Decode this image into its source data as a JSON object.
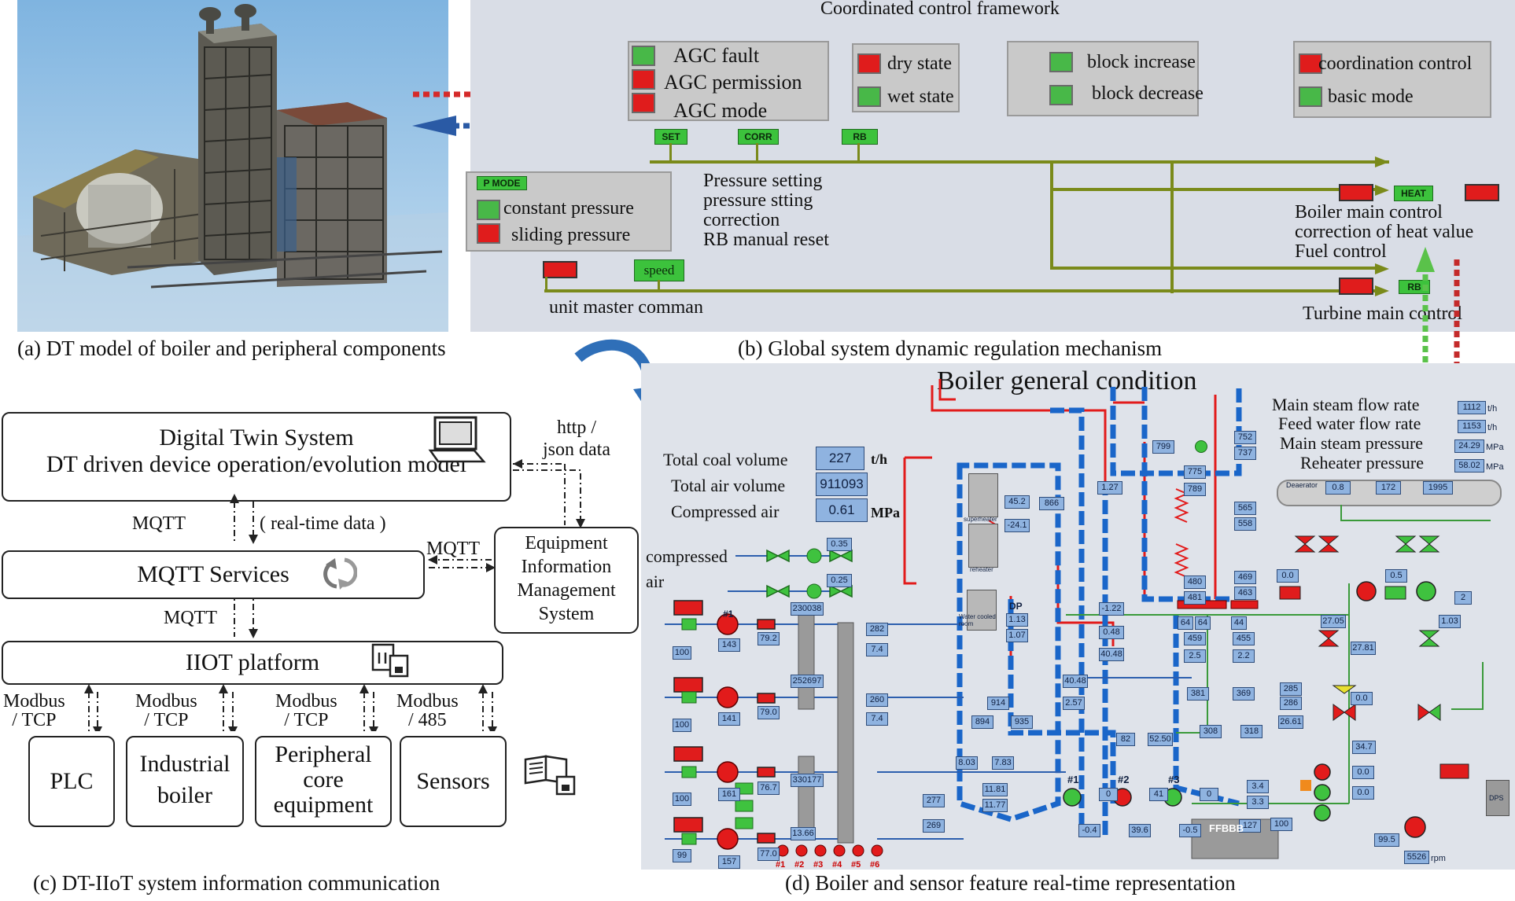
{
  "captions": {
    "a": "(a) DT model of boiler and peripheral components",
    "b": "(b) Global system dynamic regulation mechanism",
    "c": "(c) DT-IIoT system information communication",
    "d": "(d)  Boiler and sensor feature real-time representation"
  },
  "panel_b": {
    "title": "Coordinated control framework",
    "agc": [
      "AGC fault",
      "AGC permission",
      "AGC mode"
    ],
    "state": [
      "dry state",
      "wet state"
    ],
    "block": [
      "block increase",
      "block decrease"
    ],
    "coord": [
      "coordination control",
      "basic mode"
    ],
    "tags": {
      "set": "SET",
      "corr": "CORR",
      "rb": "RB",
      "pmode": "P MODE",
      "speed": "speed",
      "heat": "HEAT",
      "rb2": "RB"
    },
    "pmode": [
      "constant pressure",
      "sliding pressure"
    ],
    "pressure_text": [
      "Pressure setting",
      "pressure stting",
      "correction",
      "RB manual reset"
    ],
    "unit_master": "unit master comman",
    "boiler_ctrl": [
      "Boiler main control",
      "correction of heat value",
      "Fuel control"
    ],
    "turbine": "Turbine main control"
  },
  "panel_c": {
    "dt_title": "Digital Twin System",
    "dt_sub": "DT driven device operation/evolution model",
    "http": [
      "http /",
      "json  data"
    ],
    "mqtt1": "MQTT",
    "realtime": "( real-time data )",
    "mqtt_services": "MQTT Services",
    "mqtt2": "MQTT",
    "mqtt3": "MQTT",
    "eims": [
      "Equipment",
      "Information",
      "Management",
      "System"
    ],
    "iiot": "IIOT platform",
    "protocols": [
      [
        "Modbus",
        "/ TCP"
      ],
      [
        "Modbus",
        "/ TCP"
      ],
      [
        "Modbus",
        "/ TCP"
      ],
      [
        "Modbus",
        "/ 485"
      ]
    ],
    "devices": [
      [
        "PLC"
      ],
      [
        "Industrial",
        "boiler"
      ],
      [
        "Peripheral",
        "core",
        "equipment"
      ],
      [
        "Sensors"
      ]
    ]
  },
  "panel_d": {
    "title": "Boiler general condition",
    "coal_label": "Total coal volume",
    "coal_val": "227",
    "coal_unit": "t/h",
    "air_label": "Total air volume",
    "air_val": "911093",
    "comp_label": "Compressed air",
    "comp_val": "0.61",
    "comp_unit": "MPa",
    "compressed_air": [
      "compressed",
      "air"
    ],
    "main_steam_flow": "Main steam flow rate",
    "main_steam_flow_val": "1112",
    "th": "t/h",
    "feed_water_flow": "Feed water flow rate",
    "feed_water_flow_val": "1153",
    "main_steam_pressure": "Main steam pressure",
    "main_steam_pressure_val": "24.29",
    "mpa": "MPa",
    "reheater_pressure": "Reheater pressure",
    "reheater_pressure_val": "58.02",
    "deaerator": "Deaerator",
    "deaerator_vals": [
      "0.8",
      "172",
      "1995"
    ],
    "superheater": "superheater",
    "reheater": "reheater",
    "dp": "DP",
    "water_cooled": "Water cooled room",
    "pump_ids": [
      "#1",
      "#2",
      "#3"
    ],
    "burners": [
      "#1",
      "#2",
      "#3",
      "#4",
      "#5",
      "#6"
    ],
    "mill_ids": [
      "#1"
    ],
    "ffbbb": "FFBBB",
    "rpm": "rpm",
    "rpm_val": "5526",
    "dps": "DPS",
    "sensor_values": [
      "0.35",
      "0.25",
      "45.2",
      "866",
      "-24.1",
      "1.27",
      "799",
      "752",
      "737",
      "775",
      "789",
      "565",
      "558",
      "480",
      "481",
      "469",
      "463",
      "1.13",
      "1.07",
      "-1.22",
      "0.48",
      "40.48",
      "64",
      "64",
      "44",
      "459",
      "455",
      "2.5",
      "2.2",
      "381",
      "369",
      "40.48",
      "2.57",
      "914",
      "894",
      "935",
      "8.03",
      "7.83",
      "11.81",
      "11.77",
      "82",
      "52.50",
      "308",
      "318",
      "127",
      "100",
      "3.4",
      "3.3",
      "277",
      "269",
      "282",
      "7.4",
      "260",
      "7.4",
      "230038",
      "252697",
      "330177",
      "13.66",
      "143",
      "79.2",
      "141",
      "79.0",
      "161",
      "76.7",
      "157",
      "77.0",
      "100",
      "100",
      "100",
      "99",
      "0.0",
      "27.05",
      "27.81",
      "0.5",
      "2",
      "1.03",
      "285",
      "286",
      "26.61",
      "0.0",
      "34.7",
      "0.0",
      "0.0",
      "99.5",
      "0",
      "41",
      "0",
      "-0.4",
      "39.6",
      "-0.5"
    ]
  },
  "colors": {
    "panel_b_bg": "#d9dde6",
    "panel_d_bg": "#dfe3ea",
    "value_box": "#8fb3e0",
    "alarm_red": "#e01c1c",
    "ok_green": "#48b848",
    "pipe_blue": "#1a66c9",
    "pipe_red": "#e21b1b",
    "pipe_olive": "#7a8a1a"
  }
}
